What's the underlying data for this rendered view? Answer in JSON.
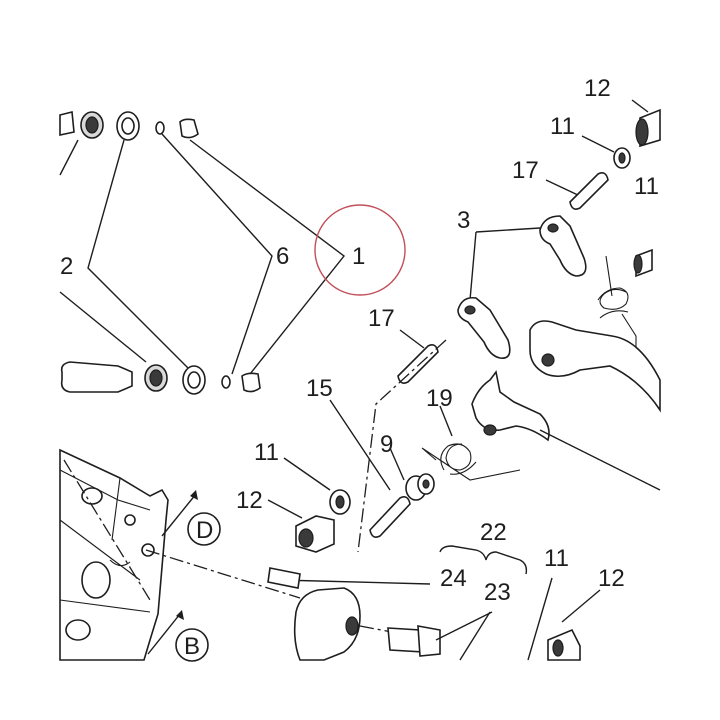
{
  "labels": {
    "l1": "1",
    "l2": "2",
    "l3": "3",
    "l6": "6",
    "l9": "9",
    "l11a": "11",
    "l11b": "11",
    "l11c": "11",
    "l11d": "11",
    "l12a": "12",
    "l12b": "12",
    "l12c": "12",
    "l15": "15",
    "l17a": "17",
    "l17b": "17",
    "l19": "19",
    "l22": "22",
    "l23": "23",
    "l24": "24",
    "view_d": "D",
    "view_b": "B"
  },
  "colors": {
    "ink": "#1e1e1e",
    "highlight": "#c0505a"
  }
}
